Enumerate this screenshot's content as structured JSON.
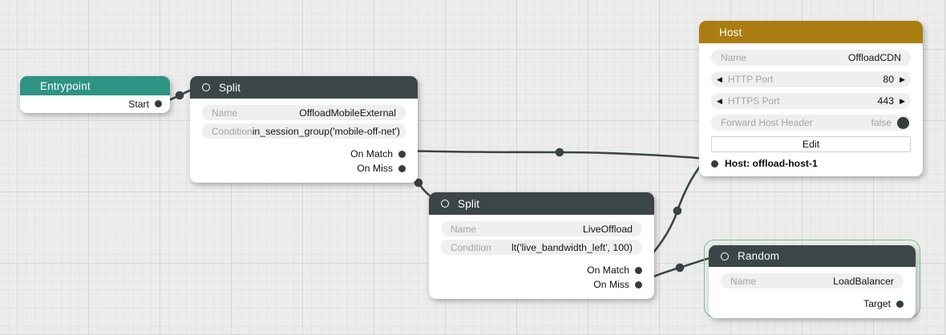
{
  "colors": {
    "canvas_bg": "#ececec",
    "entrypoint_header": "#2e9384",
    "split_header": "#3c4647",
    "host_header": "#ab7c10",
    "edge": "#3a4546",
    "selection_outline": "#74c37e"
  },
  "icons": {
    "stepper_left": "◀",
    "stepper_right": "▶"
  },
  "nodes": {
    "entrypoint": {
      "title": "Entrypoint",
      "outputs": [
        {
          "label": "Start"
        }
      ]
    },
    "split1": {
      "title": "Split",
      "fields": [
        {
          "label": "Name",
          "value": "OffloadMobileExternal"
        },
        {
          "label": "Condition",
          "value": "in_session_group('mobile-off-net')"
        }
      ],
      "outputs": [
        {
          "label": "On Match"
        },
        {
          "label": "On Miss"
        }
      ]
    },
    "split2": {
      "title": "Split",
      "fields": [
        {
          "label": "Name",
          "value": "LiveOffload"
        },
        {
          "label": "Condition",
          "value": "lt('live_bandwidth_left', 100)"
        }
      ],
      "outputs": [
        {
          "label": "On Match"
        },
        {
          "label": "On Miss"
        }
      ]
    },
    "host": {
      "title": "Host",
      "name_field": {
        "label": "Name",
        "value": "OffloadCDN"
      },
      "steppers": [
        {
          "label": "HTTP Port",
          "value": "80"
        },
        {
          "label": "HTTPS Port",
          "value": "443"
        }
      ],
      "toggle": {
        "label": "Forward Host Header",
        "value": "false"
      },
      "edit_button_label": "Edit",
      "input": {
        "label": "Host: offload-host-1"
      }
    },
    "random": {
      "title": "Random",
      "selected": true,
      "fields": [
        {
          "label": "Name",
          "value": "LoadBalancer"
        }
      ],
      "outputs": [
        {
          "label": "Target"
        }
      ]
    }
  }
}
